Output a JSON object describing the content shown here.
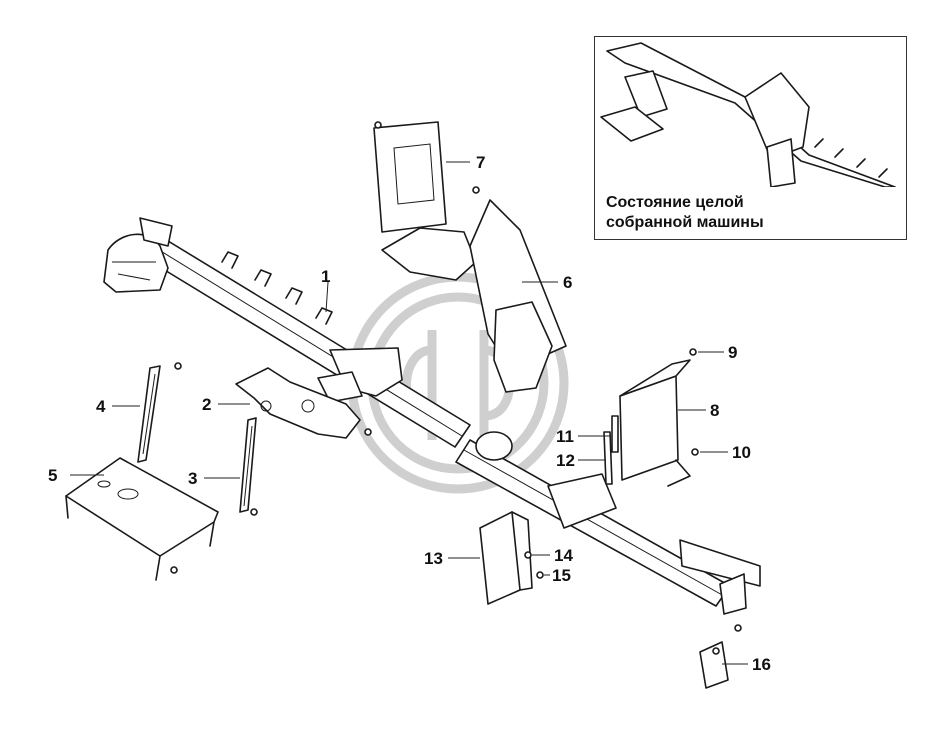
{
  "figure": {
    "inset_caption": [
      "Состояние целой",
      "собранной машины"
    ],
    "part_labels": [
      "1",
      "2",
      "3",
      "4",
      "5",
      "6",
      "7",
      "8",
      "9",
      "10",
      "11",
      "12",
      "13",
      "14",
      "15",
      "16"
    ]
  }
}
